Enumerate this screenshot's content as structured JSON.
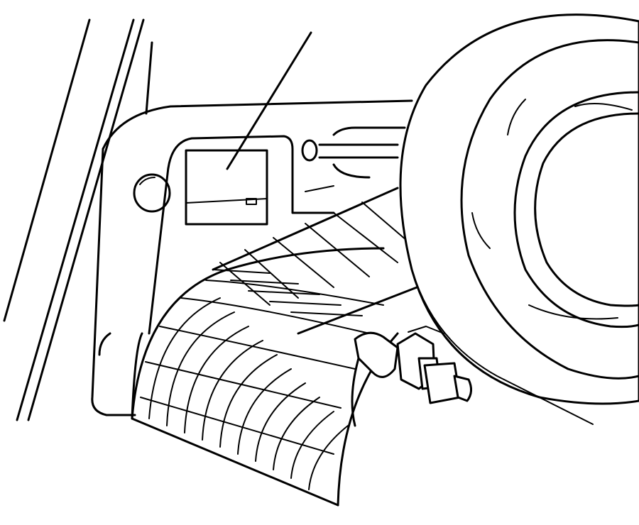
{
  "figure": {
    "style": "line-drawing",
    "background": "#ffffff",
    "stroke_color": "#000000",
    "parts": [
      "pillar-frame",
      "side-panel",
      "label-plate",
      "leader-line",
      "cylindrical-screen-grille",
      "fan-pulley-disc",
      "bolt-nut-bracket"
    ]
  }
}
